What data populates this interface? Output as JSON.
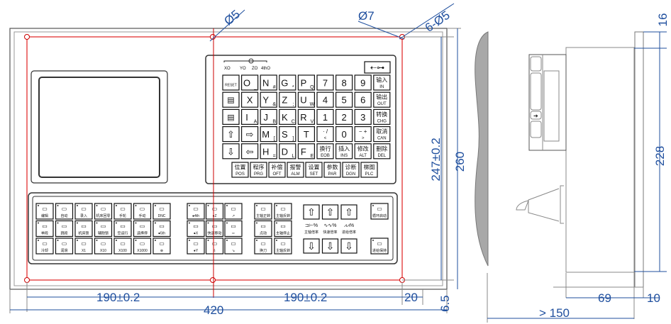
{
  "colors": {
    "dimension": "#1f4f9e",
    "mount_outline": "#e02020",
    "wall": "#a8a8a8"
  },
  "axis_labels": [
    "XO",
    "YO",
    "ZO",
    "4thO"
  ],
  "usb_icon": "usb-icon",
  "keypad": {
    "rows": [
      [
        {
          "m": "RESET"
        },
        {
          "m": "O",
          "s": "_"
        },
        {
          "m": "N",
          "s": "#"
        },
        {
          "m": "G",
          "s": "*"
        },
        {
          "m": "P",
          "s": "Q"
        },
        {
          "m": "7"
        },
        {
          "m": "8"
        },
        {
          "m": "9"
        },
        {
          "m": "输入",
          "s2": "IN"
        }
      ],
      [
        {
          "icon": "page-icon"
        },
        {
          "m": "X"
        },
        {
          "m": "Y",
          "s": "&"
        },
        {
          "m": "Z",
          "s": ";"
        },
        {
          "m": "U",
          "s": "W"
        },
        {
          "m": "4"
        },
        {
          "m": "5"
        },
        {
          "m": "6"
        },
        {
          "m": "输出",
          "s2": "OUT"
        }
      ],
      [
        {
          "icon": "page-down-icon"
        },
        {
          "m": "I",
          "s": "A"
        },
        {
          "m": "J",
          "s": "B"
        },
        {
          "m": "K",
          "s": "C"
        },
        {
          "m": "R",
          "s": "V"
        },
        {
          "m": "1"
        },
        {
          "m": "2"
        },
        {
          "m": "3"
        },
        {
          "m": "转换",
          "s2": "CHG"
        }
      ],
      [
        {
          "m": "⇧"
        },
        {
          "m": "⇨"
        },
        {
          "m": "M",
          "s": "["
        },
        {
          "m": "S",
          "s": "]"
        },
        {
          "m": "T"
        },
        {
          "m": "· /",
          "s2": "<"
        },
        {
          "m": "0"
        },
        {
          "m": "− +",
          "s2": ">"
        },
        {
          "m": "取消",
          "s2": "CAN"
        }
      ],
      [
        {
          "m": "⇩"
        },
        {
          "m": "⇦"
        },
        {
          "m": "H",
          "s": "="
        },
        {
          "m": "D",
          "s": "L"
        },
        {
          "m": "F",
          "s": "E"
        },
        {
          "m": "换行",
          "s2": "EOB"
        },
        {
          "m": "插入",
          "s2": "INS"
        },
        {
          "m": "修改",
          "s2": "ALT"
        },
        {
          "m": "删除",
          "s2": "DEL"
        }
      ]
    ],
    "function_keys": [
      {
        "m": "位置",
        "s2": "POS"
      },
      {
        "m": "程序",
        "s2": "PRG"
      },
      {
        "m": "补偿",
        "s2": "OFT"
      },
      {
        "m": "报警",
        "s2": "ALM"
      },
      {
        "m": "设置",
        "s2": "SET"
      },
      {
        "m": "参数",
        "s2": "PAR"
      },
      {
        "m": "诊断",
        "s2": "DGN"
      },
      {
        "m": "梯图",
        "s2": "PLC"
      }
    ]
  },
  "machine_panel": {
    "mode_keys": [
      [
        "编辑",
        "自动",
        "录入",
        "机床回零",
        "手轮",
        "手动",
        "DNC"
      ],
      [
        "单段",
        "跳段",
        "机床锁",
        "辅助锁",
        "空运行",
        "选择停",
        "●5th"
      ],
      [
        "冷却",
        "润滑",
        "X1",
        "X10",
        "X100",
        "X1000",
        "⊕"
      ]
    ],
    "jog_keys": [
      [
        "●4th",
        "●Z",
        "↗"
      ],
      [
        "●X",
        "快速移动",
        "⇨"
      ],
      [
        "●Y",
        "⇩",
        "↘"
      ]
    ],
    "spindle_keys": [
      [
        "主轴正转",
        "主轴反转"
      ],
      [
        "点动",
        "主轴停止"
      ],
      [
        "换刀",
        "主轴反转"
      ]
    ],
    "override_up": [
      "⇧",
      "⇧",
      "⇧"
    ],
    "override_labels": [
      "主轴倍率",
      "快速倍率",
      "进给倍率"
    ],
    "override_symbols": [
      "⊐⊢%",
      "∿∿%",
      "⩘⩘%"
    ],
    "override_down": [
      "⇩",
      "⇩",
      "⇩"
    ],
    "cycle_keys": [
      "循环启动",
      "进给保持"
    ]
  },
  "dimensions": {
    "hole_a": "Ø5",
    "hole_b": "Ø7",
    "holes": "6-Ø5",
    "half_width_left": "190±0.2",
    "half_width_right": "190±0.2",
    "total_width": "420",
    "edge_offset": "20",
    "bottom_offset": "6.5",
    "hole_spacing_vertical": "247±0.2",
    "total_height": "260",
    "flange_top": "16",
    "body_height": "228",
    "body_depth": "69",
    "flange_thickness": "10",
    "clearance": "> 150"
  }
}
